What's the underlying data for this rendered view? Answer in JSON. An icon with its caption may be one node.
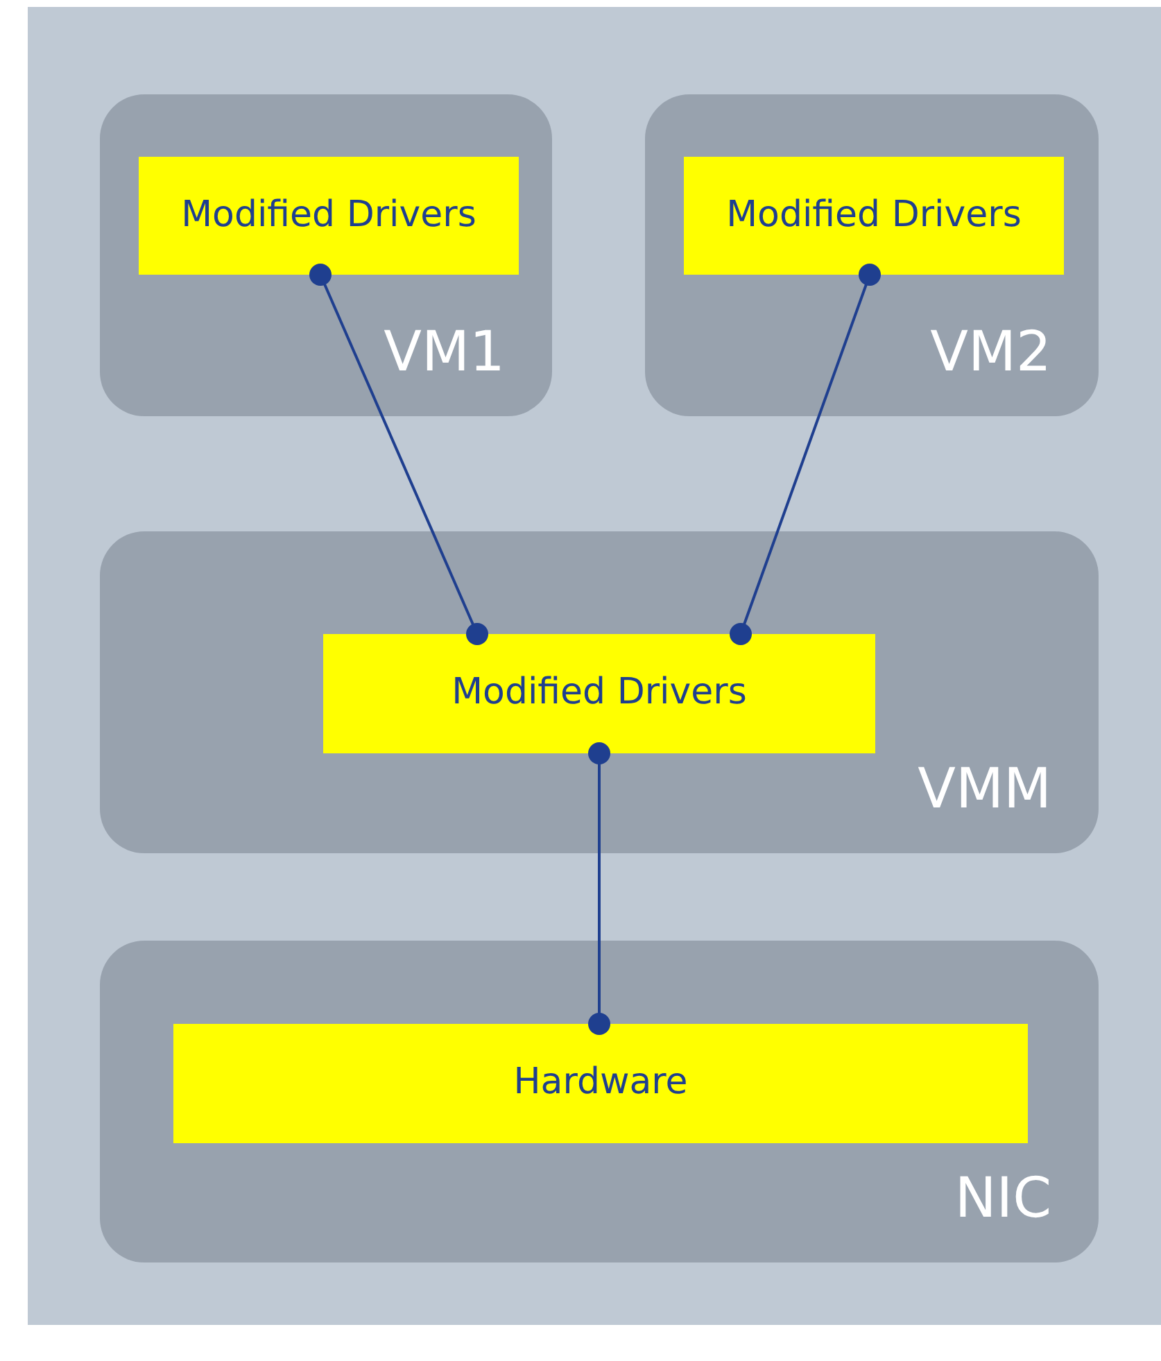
{
  "diagram": {
    "nodes": [
      {
        "text": [
          "VM1"
        ]
      },
      {
        "text": [
          "Modified Drivers"
        ],
        "in": 0
      },
      {
        "text": [
          "VM2"
        ]
      },
      {
        "text": [
          "Modified Drivers"
        ],
        "in": 2
      },
      {
        "text": [
          "VMM"
        ]
      },
      {
        "text": [
          "Modified Drivers"
        ],
        "in": 4
      },
      {
        "text": [
          "NIC"
        ]
      },
      {
        "text": [
          "Hardware"
        ],
        "in": 6
      }
    ],
    "edges": [
      {
        "from": 1,
        "to": 5,
        "arrow": "other"
      },
      {
        "from": 3,
        "to": 5,
        "arrow": "other"
      },
      {
        "from": 5,
        "to": 7,
        "arrow": "other"
      }
    ]
  }
}
